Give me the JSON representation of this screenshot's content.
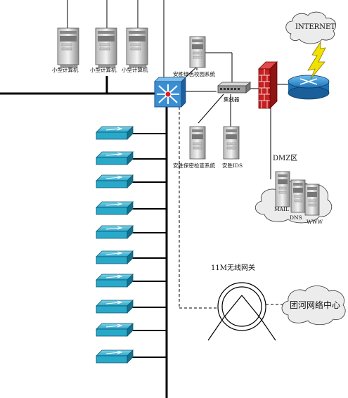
{
  "labels": {
    "server1": "小型计算机",
    "server2": "小型计算机",
    "server3": "小型计算机",
    "green_system": "安胜绿色校园系统",
    "hub": "集线器",
    "audit_system": "安胜保密检查系统",
    "ids": "安胜IDS",
    "internet": "INTERNET",
    "dmz": "DMZ区",
    "mail": "MAIL",
    "dns": "DNS",
    "www": "WWW",
    "wireless_gateway": "11M无线网关",
    "center": "团河网络中心"
  },
  "colors": {
    "switch_blue": "#29a9c9",
    "core_switch": "#3a8fd4",
    "firewall": "#c62020",
    "router": "#2f8fcf",
    "bolt": "#f2e000",
    "cloud": "#ececec"
  },
  "switches": [
    {
      "id": 1
    },
    {
      "id": 2
    },
    {
      "id": 3
    },
    {
      "id": 4
    },
    {
      "id": 5
    },
    {
      "id": 6
    },
    {
      "id": 7
    },
    {
      "id": 8
    },
    {
      "id": 9
    },
    {
      "id": 10
    }
  ]
}
